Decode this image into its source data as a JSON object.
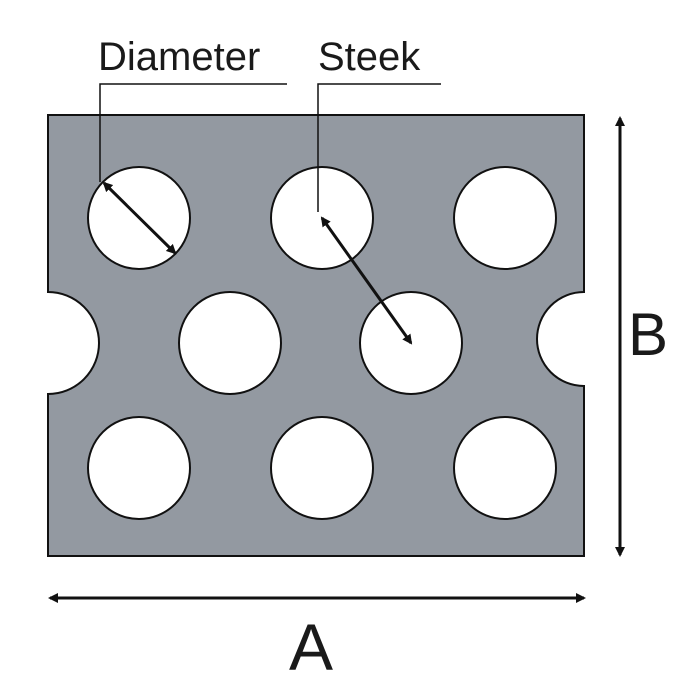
{
  "labels": {
    "diameter": "Diameter",
    "pitch": "Steek",
    "width": "A",
    "height": "B"
  },
  "colors": {
    "plate": "#9399a1",
    "outline": "#111111",
    "hole": "#ffffff",
    "background": "#ffffff"
  }
}
